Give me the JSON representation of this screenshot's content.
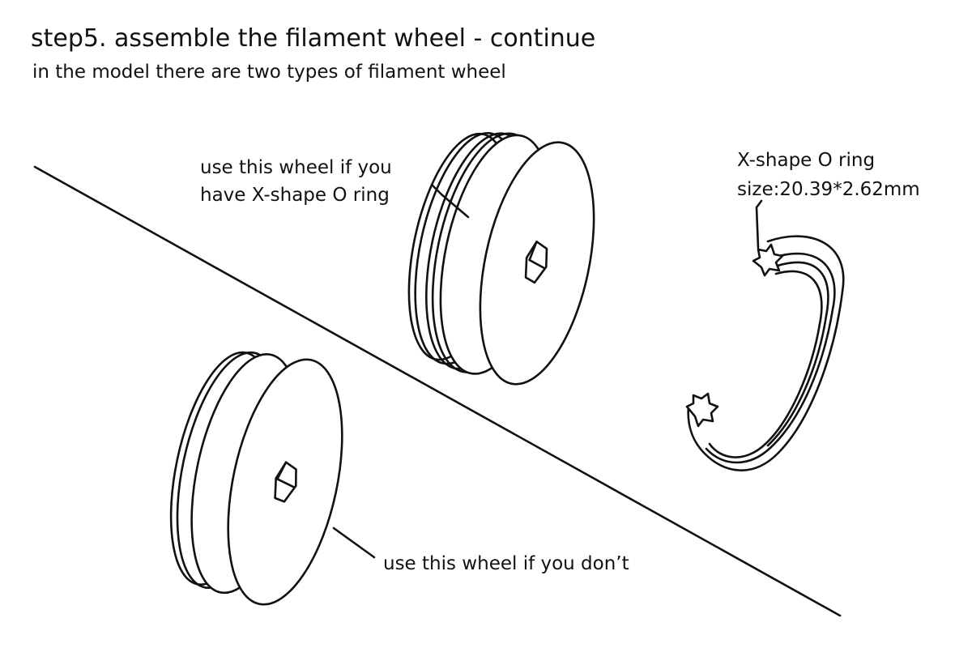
{
  "title": "step5. assemble the filament wheel - continue",
  "subtitle": "in the model there are two types of filament wheel",
  "labels": {
    "wheel_x_ring": [
      "use this wheel if you",
      "have X-shape O ring"
    ],
    "o_ring": [
      "X-shape O ring",
      "size:20.39*2.62mm"
    ],
    "wheel_plain": "use this wheel if you don’t"
  }
}
